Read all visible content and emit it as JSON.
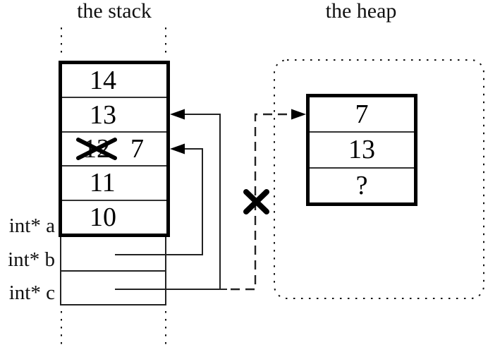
{
  "titles": {
    "stack": "the stack",
    "heap": "the heap"
  },
  "stack_box": {
    "cells": [
      {
        "value": "14"
      },
      {
        "value": "13"
      },
      {
        "old_value": "12",
        "new_value": "7",
        "old_value_crossed_out": true
      },
      {
        "value": "11"
      },
      {
        "value": "10"
      }
    ]
  },
  "pointer_rows": {
    "labels": [
      "int* a",
      "int* b",
      "int* c"
    ]
  },
  "heap_box": {
    "cells": [
      {
        "value": "7"
      },
      {
        "value": "13"
      },
      {
        "value": "?"
      }
    ]
  },
  "pointers": [
    {
      "from": "int* b",
      "to": "stack cell 12/7",
      "style": "solid-arrow"
    },
    {
      "from": "int* c",
      "to": "stack cell 13",
      "style": "solid-arrow"
    },
    {
      "from": "int* c",
      "to": "heap cell 7",
      "style": "dashed-arrow",
      "crossed_out": true
    }
  ],
  "colors": {
    "ink": "#000000",
    "background": "#ffffff"
  }
}
